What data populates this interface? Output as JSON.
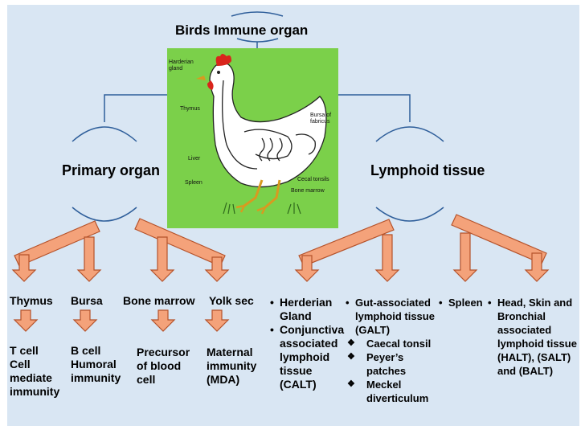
{
  "title": "Birds Immune organ",
  "primary": {
    "title": "Primary organ",
    "organs": [
      {
        "name": "Thymus",
        "outcome": "T cell\nCell\nmediate\nimmunity"
      },
      {
        "name": "Bursa",
        "outcome": "B cell\nHumoral\nimmunity"
      },
      {
        "name": "Bone marrow",
        "outcome": "Precursor\nof blood\ncell"
      },
      {
        "name": "Yolk sec",
        "outcome": "Maternal\nimmunity\n(MDA)"
      }
    ]
  },
  "lymphoid": {
    "title": "Lymphoid tissue",
    "group1": [
      "Herderian Gland",
      "Conjunctiva associated lymphoid tissue (CALT)"
    ],
    "galt": "Gut-associated lymphoid tissue (GALT)",
    "galt_items": [
      "Caecal tonsil",
      "Peyer’s patches",
      "Meckel diverticulum"
    ],
    "spleen": "Spleen",
    "halt": "Head, Skin and Bronchial associated lymphoid tissue (HALT), (SALT) and (BALT)"
  },
  "figure": {
    "labels": {
      "harderian": "Harderian\ngland",
      "thymus": "Thymus",
      "liver": "Liver",
      "spleen": "Spleen",
      "bursa": "Bursa of\nfabricus",
      "cecal": "Cecal tonsils",
      "bone_marrow": "Bone marrow"
    }
  },
  "colors": {
    "background": "#d9e6f3",
    "arrow_fill": "#f4a27a",
    "arrow_stroke": "#b5522a",
    "connector": "#2e5e9a",
    "figure_bg": "#7bd04a"
  }
}
